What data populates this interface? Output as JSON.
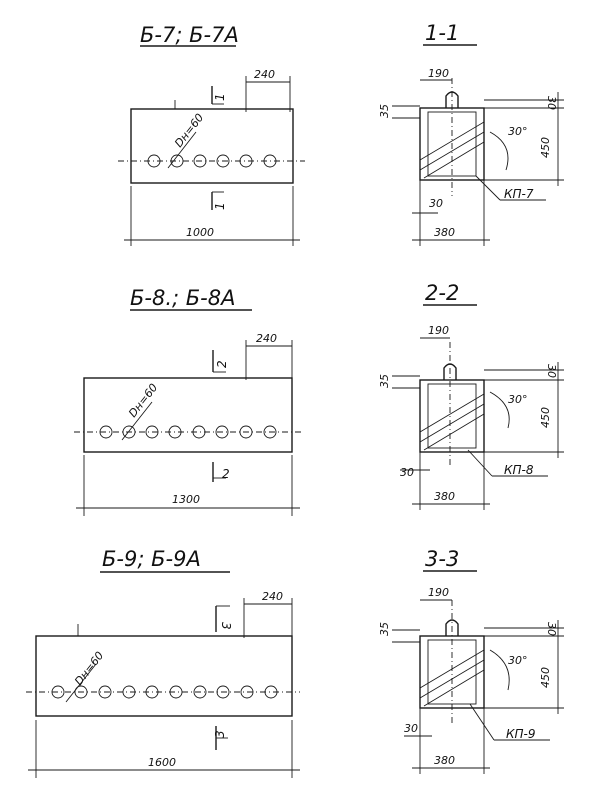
{
  "views": [
    {
      "title": "Б-7; Б-7А",
      "length_label": "1000",
      "width_label": "240",
      "dia_label": "Dн=60",
      "cut_marker": "1",
      "holes": 6
    },
    {
      "title": "Б-8.; Б-8А",
      "length_label": "1300",
      "width_label": "240",
      "dia_label": "Dн=60",
      "cut_marker": "2",
      "holes": 8
    },
    {
      "title": "Б-9; Б-9А",
      "length_label": "1600",
      "width_label": "240",
      "dia_label": "Dн=60",
      "cut_marker": "3",
      "holes": 10
    }
  ],
  "sections": [
    {
      "title": "1-1",
      "top_width": "190",
      "top_offset": "35",
      "top_right": "30",
      "height": "450",
      "angle": "30°",
      "bottom_offset": "30",
      "base_width": "380",
      "part": "КП-7"
    },
    {
      "title": "2-2",
      "top_width": "190",
      "top_offset": "35",
      "top_right": "30",
      "height": "450",
      "angle": "30°",
      "bottom_offset": "30",
      "base_width": "380",
      "part": "КП-8"
    },
    {
      "title": "3-3",
      "top_width": "190",
      "top_offset": "35",
      "top_right": "30",
      "height": "450",
      "angle": "30°",
      "bottom_offset": "30",
      "base_width": "380",
      "part": "КП-9"
    }
  ]
}
